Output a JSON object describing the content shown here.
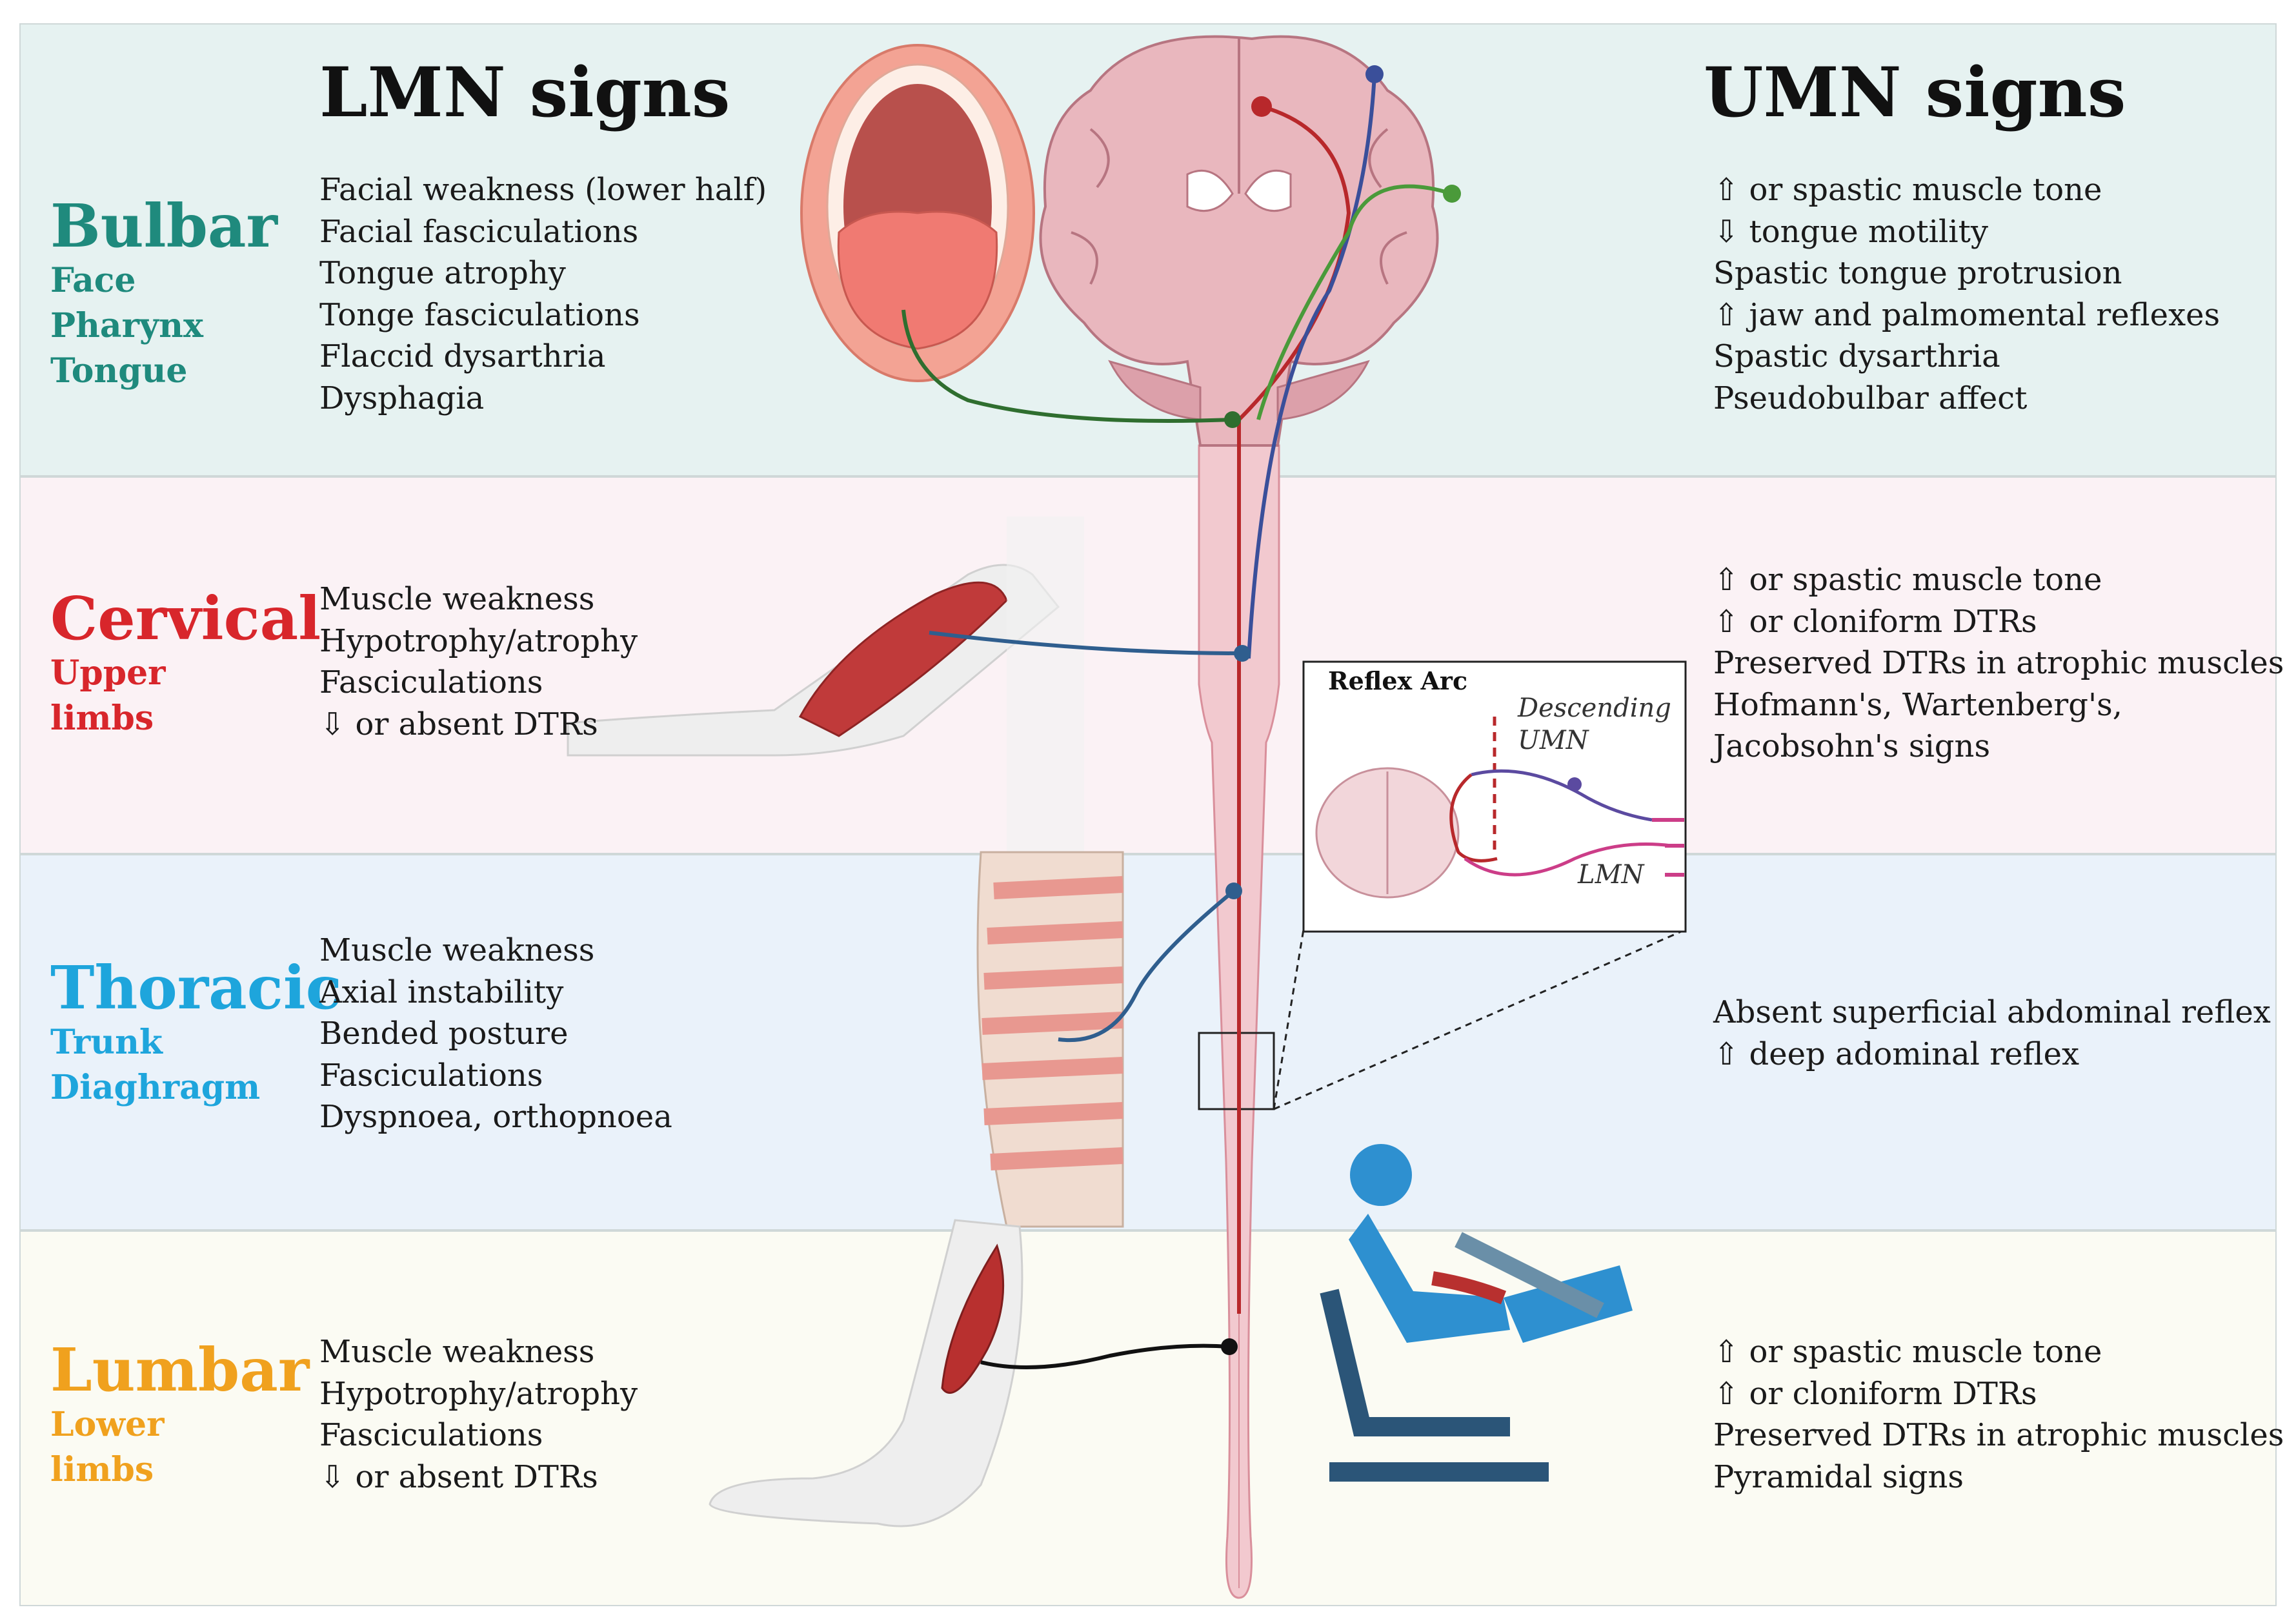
{
  "headers": {
    "lmn": "LMN signs",
    "umn": "UMN signs"
  },
  "colors": {
    "bulbar": "#1f8a7d",
    "cervical": "#d8262b",
    "thoracic": "#1ea5dc",
    "lumbar": "#f0a11e",
    "umn_tract_red": "#b8282b",
    "umn_tract_blue": "#3a4f9a",
    "umn_tract_green": "#4a9a3a",
    "lmn_nerve_blue": "#2f5e8e",
    "lmn_nerve_green": "#2f6e2f",
    "lmn_nerve_black": "#111111"
  },
  "regions": {
    "bulbar": {
      "title": "Bulbar",
      "sub": [
        "Face",
        "Pharynx",
        "Tongue"
      ],
      "lmn": [
        "Facial weakness (lower half)",
        "Facial fasciculations",
        "Tongue atrophy",
        "Tonge fasciculations",
        "Flaccid dysarthria",
        "Dysphagia"
      ],
      "umn": [
        "⇧ or spastic muscle tone",
        "⇩ tongue motility",
        "Spastic tongue protrusion",
        "⇧ jaw and palmomental reflexes",
        "Spastic dysarthria",
        "Pseudobulbar affect"
      ]
    },
    "cervical": {
      "title": "Cervical",
      "sub": [
        "Upper",
        "limbs"
      ],
      "lmn": [
        "Muscle weakness",
        "Hypotrophy/atrophy",
        "Fasciculations",
        "⇩ or absent DTRs"
      ],
      "umn": [
        "⇧ or spastic muscle tone",
        "⇧ or cloniform DTRs",
        "Preserved DTRs in atrophic muscles",
        "Hofmann's, Wartenberg's,",
        "Jacobsohn's signs"
      ]
    },
    "thoracic": {
      "title": "Thoracic",
      "sub": [
        "Trunk",
        "Diaghragm"
      ],
      "lmn": [
        "Muscle weakness",
        "Axial instability",
        "Bended posture",
        "Fasciculations",
        "Dyspnoea, orthopnoea"
      ],
      "umn": [
        "Absent superficial abdominal reflex",
        "⇧ deep adominal reflex"
      ]
    },
    "lumbar": {
      "title": "Lumbar",
      "sub": [
        "Lower",
        "limbs"
      ],
      "lmn": [
        "Muscle weakness",
        "Hypotrophy/atrophy",
        "Fasciculations",
        "⇩ or absent DTRs"
      ],
      "umn": [
        "⇧ or spastic muscle tone",
        "⇧ or cloniform DTRs",
        "Preserved DTRs in atrophic muscles",
        "Pyramidal signs"
      ]
    }
  },
  "reflex_arc": {
    "title": "Reflex Arc",
    "descending_1": "Descending",
    "descending_2": "UMN",
    "lmn_label": "LMN"
  }
}
